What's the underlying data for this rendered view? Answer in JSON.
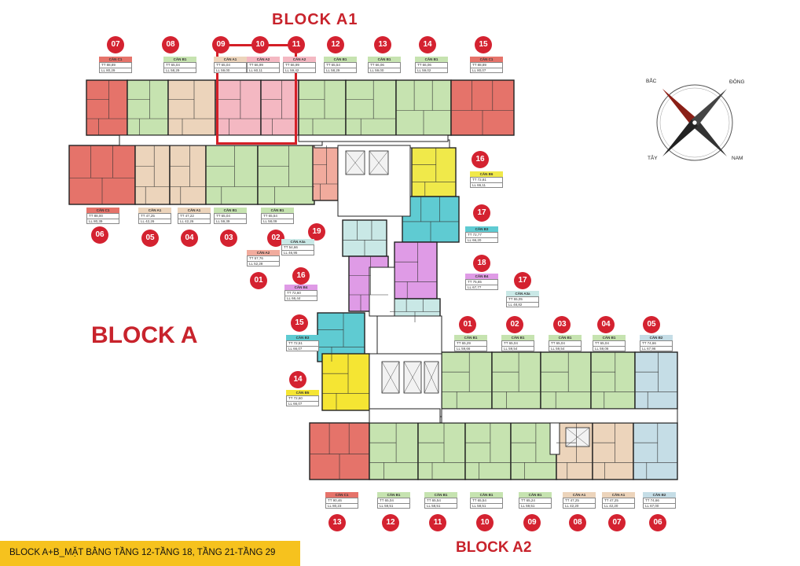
{
  "titles": {
    "block_a1": "BLOCK A1",
    "block_a": "BLOCK A",
    "block_a2": "BLOCK A2"
  },
  "footer": "BLOCK A+B_MẶT BẰNG TẦNG 12-TẦNG 18, TẦNG 21-TẦNG 29",
  "compass": {
    "north": "BẮC",
    "east": "ĐÔNG",
    "west": "TÂY",
    "south": "NAM"
  },
  "colors": {
    "C": "#e5736a",
    "A": "#f4b8c2",
    "B1": "#c6e3b0",
    "A1": "#ecd4bb",
    "B2": "#c5dde6",
    "B3": "#5fcbd2",
    "B4": "#df9be6",
    "A2": "#f1ab9d",
    "A3a": "#c9e8e6",
    "B5": "#f5e533",
    "B6": "#f0e94a",
    "accent": "#d42230"
  },
  "units": [
    {
      "num": "07",
      "type": "CĂN C1",
      "color": "C",
      "tt": "88,89",
      "ll": "80,29"
    },
    {
      "num": "08",
      "type": "CĂN B1",
      "color": "B1",
      "tt": "65,04",
      "ll": "58,29"
    },
    {
      "num": "09",
      "type": "CĂN A1",
      "color": "A1",
      "tt": "65,04",
      "ll": "59,00"
    },
    {
      "num": "10",
      "type": "CĂN A2",
      "color": "A",
      "tt": "66,99",
      "ll": "60,11"
    },
    {
      "num": "11",
      "type": "CĂN A2",
      "color": "A",
      "tt": "66,99",
      "ll": "59,42"
    },
    {
      "num": "12",
      "type": "CĂN B1",
      "color": "B1",
      "tt": "65,54",
      "ll": "58,29"
    },
    {
      "num": "13",
      "type": "CĂN B1",
      "color": "B1",
      "tt": "66,06",
      "ll": "59,00"
    },
    {
      "num": "14",
      "type": "CĂN B1",
      "color": "B1",
      "tt": "66,06",
      "ll": "59,02"
    },
    {
      "num": "15",
      "type": "CĂN C1",
      "color": "C",
      "tt": "88,89",
      "ll": "80,07"
    },
    {
      "num": "06",
      "type": "CĂN C1",
      "color": "C",
      "tt": "88,00",
      "ll": "80,39"
    },
    {
      "num": "05",
      "type": "CĂN A1",
      "color": "A1",
      "tt": "47,25",
      "ll": "42,26"
    },
    {
      "num": "04",
      "type": "CĂN A1",
      "color": "A1",
      "tt": "47,22",
      "ll": "42,26"
    },
    {
      "num": "03",
      "type": "CĂN B1",
      "color": "B1",
      "tt": "65,04",
      "ll": "59,39"
    },
    {
      "num": "02",
      "type": "CĂN B1",
      "color": "B1",
      "tt": "65,54",
      "ll": "58,09"
    },
    {
      "num": "16",
      "type": "CĂN B6",
      "color": "B6",
      "tt": "72,81",
      "ll": "66,11"
    },
    {
      "num": "17",
      "type": "CĂN B3",
      "color": "B3",
      "tt": "72,77",
      "ll": "66,20"
    },
    {
      "num": "18",
      "type": "CĂN B4",
      "color": "B4",
      "tt": "75,65",
      "ll": "67,77"
    },
    {
      "num": "19",
      "type": "CĂN A3a",
      "color": "A3a",
      "tt": "54,66",
      "ll": "46,95"
    },
    {
      "num": "01",
      "type": "CĂN A2",
      "color": "A2",
      "tt": "57,76",
      "ll": "52,28"
    },
    {
      "num": "16",
      "type": "CĂN B4",
      "color": "B4",
      "tt": "72,60",
      "ll": "66,44"
    },
    {
      "num": "17",
      "type": "CĂN A3a",
      "color": "A3a",
      "tt": "55,05",
      "ll": "48,82"
    },
    {
      "num": "15",
      "type": "CĂN B3",
      "color": "B3",
      "tt": "72,51",
      "ll": "66,07"
    },
    {
      "num": "14",
      "type": "CĂN B5",
      "color": "B5",
      "tt": "72,60",
      "ll": "66,07"
    },
    {
      "num": "01",
      "type": "CĂN B1",
      "color": "B1",
      "tt": "65,29",
      "ll": "59,66"
    },
    {
      "num": "02",
      "type": "CĂN B1",
      "color": "B1",
      "tt": "65,04",
      "ll": "59,54"
    },
    {
      "num": "03",
      "type": "CĂN B1",
      "color": "B1",
      "tt": "65,04",
      "ll": "59,54"
    },
    {
      "num": "04",
      "type": "CĂN B1",
      "color": "B1",
      "tt": "65,04",
      "ll": "59,06"
    },
    {
      "num": "05",
      "type": "CĂN B2",
      "color": "B2",
      "tt": "74,66",
      "ll": "67,96"
    },
    {
      "num": "13",
      "type": "CĂN C1",
      "color": "C",
      "tt": "90,46",
      "ll": "80,23"
    },
    {
      "num": "12",
      "type": "CĂN B1",
      "color": "B1",
      "tt": "65,04",
      "ll": "59,51"
    },
    {
      "num": "11",
      "type": "CĂN B1",
      "color": "B1",
      "tt": "65,54",
      "ll": "58,51"
    },
    {
      "num": "10",
      "type": "CĂN B1",
      "color": "B1",
      "tt": "65,54",
      "ll": "58,51"
    },
    {
      "num": "09",
      "type": "CĂN B1",
      "color": "B1",
      "tt": "65,24",
      "ll": "59,51"
    },
    {
      "num": "08",
      "type": "CĂN A1",
      "color": "A1",
      "tt": "47,25",
      "ll": "42,20"
    },
    {
      "num": "07",
      "type": "CĂN A1",
      "color": "A1",
      "tt": "47,25",
      "ll": "42,20"
    },
    {
      "num": "06",
      "type": "CĂN B2",
      "color": "B2",
      "tt": "74,66",
      "ll": "67,00"
    }
  ]
}
